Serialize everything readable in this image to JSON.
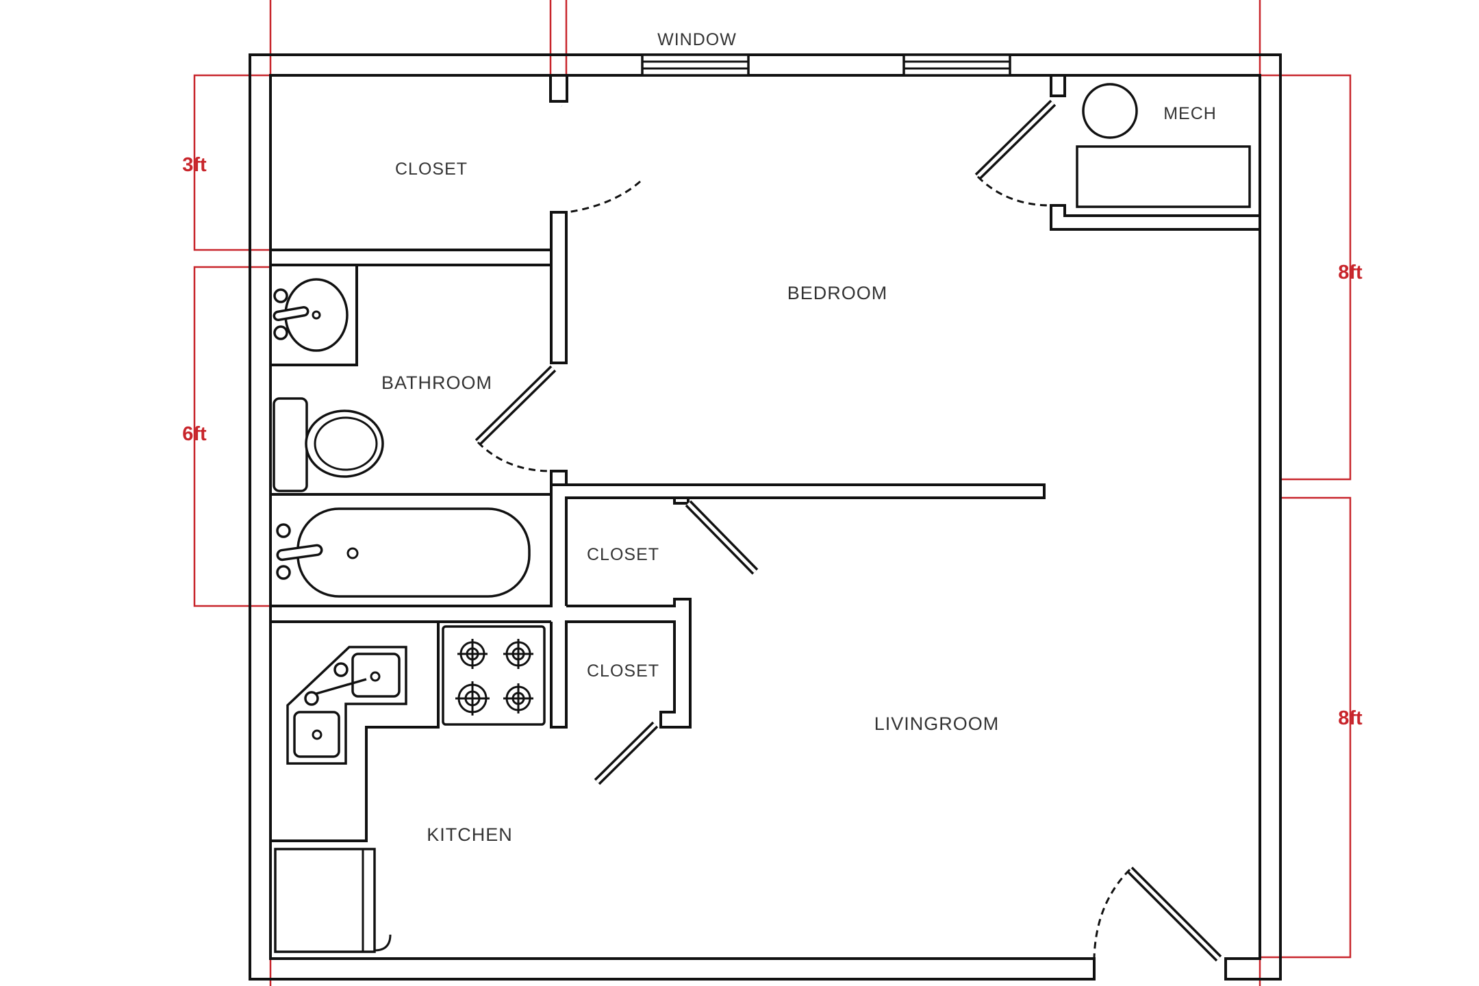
{
  "rooms": {
    "window": "WINDOW",
    "closet_top": "CLOSET",
    "mech": "MECH",
    "bedroom": "BEDROOM",
    "bathroom": "BATHROOM",
    "closet_middle": "CLOSET",
    "closet_lower": "CLOSET",
    "livingroom": "LIVINGROOM",
    "kitchen": "KITCHEN"
  },
  "dimensions": {
    "closet_depth": "3ft",
    "bathroom_depth": "6ft",
    "bedroom_depth": "8ft",
    "livingroom_depth": "8ft"
  },
  "colors": {
    "wall": "#111111",
    "dimension": "#c8252b",
    "label": "#333333"
  }
}
